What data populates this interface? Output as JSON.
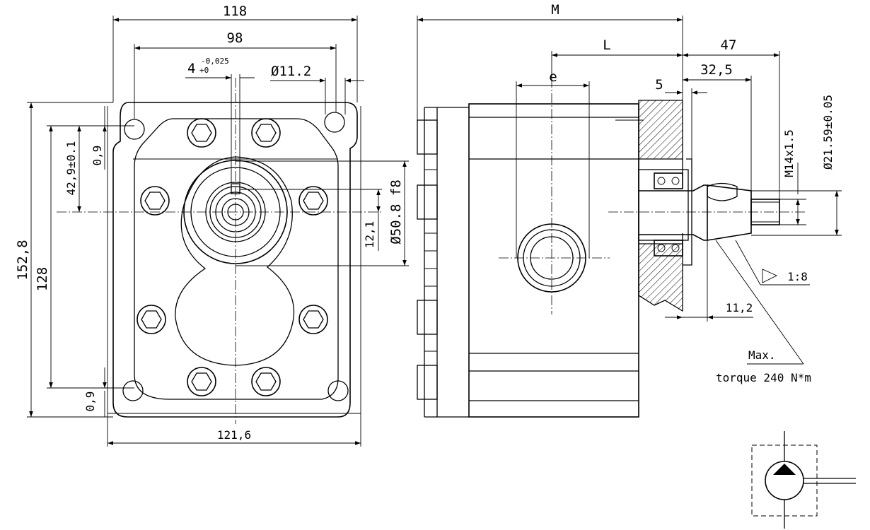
{
  "front_view": {
    "width_overall": "118",
    "hole_spacing_horizontal": "98",
    "key_width": "4",
    "key_tolerance_upper": "-0,025",
    "key_tolerance_lower": "+0",
    "hole_diameter": "Ø11.2",
    "height_overall": "152,8",
    "hole_spacing_vertical": "128",
    "key_height": "42,9±0.1",
    "offset_top": "0,9",
    "offset_bottom": "0,9",
    "base_width": "121,6",
    "spigot_diameter": "Ø50.8 f8",
    "shaft_offset": "12,1"
  },
  "side_view": {
    "length_overall": "M",
    "length_port": "L",
    "port_offset": "e",
    "shaft_length": "47",
    "thread_length": "32,5",
    "spigot_depth": "5",
    "thread": "M14x1.5",
    "shaft_diameter": "Ø21.59±0.05",
    "taper": "1:8",
    "taper_start": "11,2",
    "torque_line1": "Max.",
    "torque_line2": "torque 240 N*m"
  }
}
